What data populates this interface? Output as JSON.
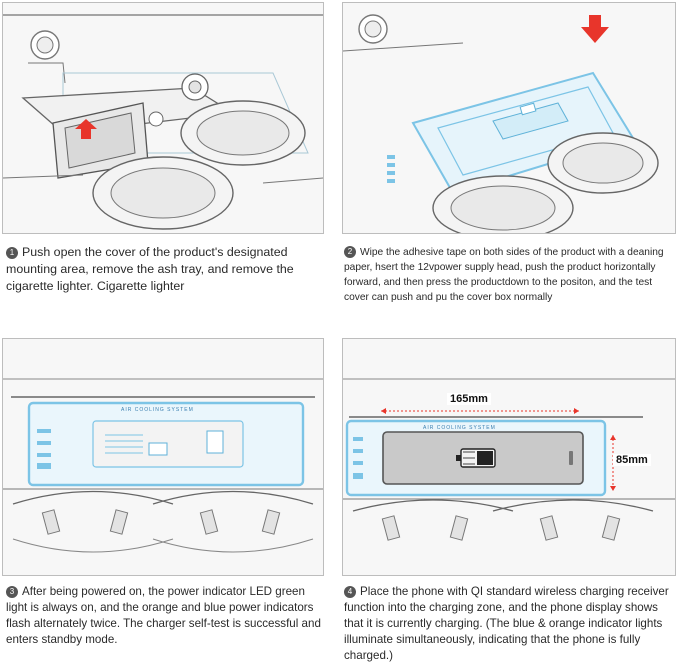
{
  "steps": [
    {
      "number": "1",
      "text": "Push open the cover of the product's designated mounting area, remove the ash tray, and remove the cigarette lighter. Cigarette lighter"
    },
    {
      "number": "2",
      "text": "Wipe the adhesive tape on both sides of the product with a deaning paper, hsert the 12vpower supply head, push the product horizontally forward, and then press the productdown to the positon, and the test cover can push and pu the cover box normally"
    },
    {
      "number": "3",
      "text": "After being powered on, the power indicator LED green light is always on, and the orange and blue power indicators flash alternately twice. The charger self-test is successful and enters standby mode."
    },
    {
      "number": "4",
      "text": "Place the phone with QI standard wireless charging receiver function into the charging zone, and the phone display shows that it is currently charging. (The blue & orange indicator lights illuminate simultaneously, indicating that the phone is fully charged.)"
    }
  ],
  "labels": {
    "strip_text_3": "AIR COOLING SYSTEM",
    "strip_text_4": "AIR COOLING SYSTEM",
    "width_dimension": "165mm",
    "height_dimension": "85mm"
  },
  "colors": {
    "product_blue": "#7cc4e6",
    "arrow_red": "#e8352b",
    "line_gray": "#6e6e6e"
  },
  "icons": [
    "arrow-up-icon",
    "arrow-down-icon",
    "battery-icon",
    "phone-icon",
    "lock-icon"
  ]
}
